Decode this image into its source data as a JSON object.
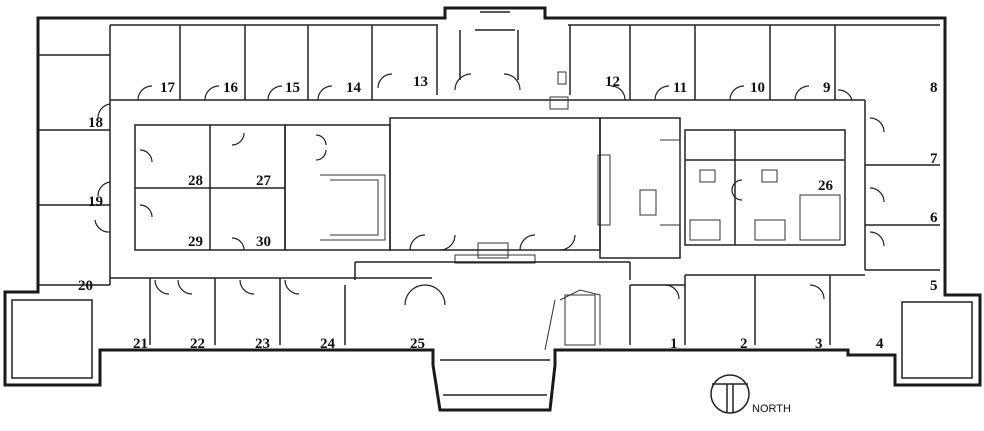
{
  "rooms": [
    {
      "id": "r1",
      "num": "1"
    },
    {
      "id": "r2",
      "num": "2"
    },
    {
      "id": "r3",
      "num": "3"
    },
    {
      "id": "r4",
      "num": "4"
    },
    {
      "id": "r5",
      "num": "5"
    },
    {
      "id": "r6",
      "num": "6"
    },
    {
      "id": "r7",
      "num": "7"
    },
    {
      "id": "r8",
      "num": "8"
    },
    {
      "id": "r9",
      "num": "9"
    },
    {
      "id": "r10",
      "num": "10"
    },
    {
      "id": "r11",
      "num": "11"
    },
    {
      "id": "r12",
      "num": "12"
    },
    {
      "id": "r13",
      "num": "13"
    },
    {
      "id": "r14",
      "num": "14"
    },
    {
      "id": "r15",
      "num": "15"
    },
    {
      "id": "r16",
      "num": "16"
    },
    {
      "id": "r17",
      "num": "17"
    },
    {
      "id": "r18",
      "num": "18"
    },
    {
      "id": "r19",
      "num": "19"
    },
    {
      "id": "r20",
      "num": "20"
    },
    {
      "id": "r21",
      "num": "21"
    },
    {
      "id": "r22",
      "num": "22"
    },
    {
      "id": "r23",
      "num": "23"
    },
    {
      "id": "r24",
      "num": "24"
    },
    {
      "id": "r25",
      "num": "25"
    },
    {
      "id": "r26",
      "num": "26"
    },
    {
      "id": "r27",
      "num": "27"
    },
    {
      "id": "r28",
      "num": "28"
    },
    {
      "id": "r29",
      "num": "29"
    },
    {
      "id": "r30",
      "num": "30"
    }
  ],
  "compass": {
    "label": "NORTH"
  }
}
